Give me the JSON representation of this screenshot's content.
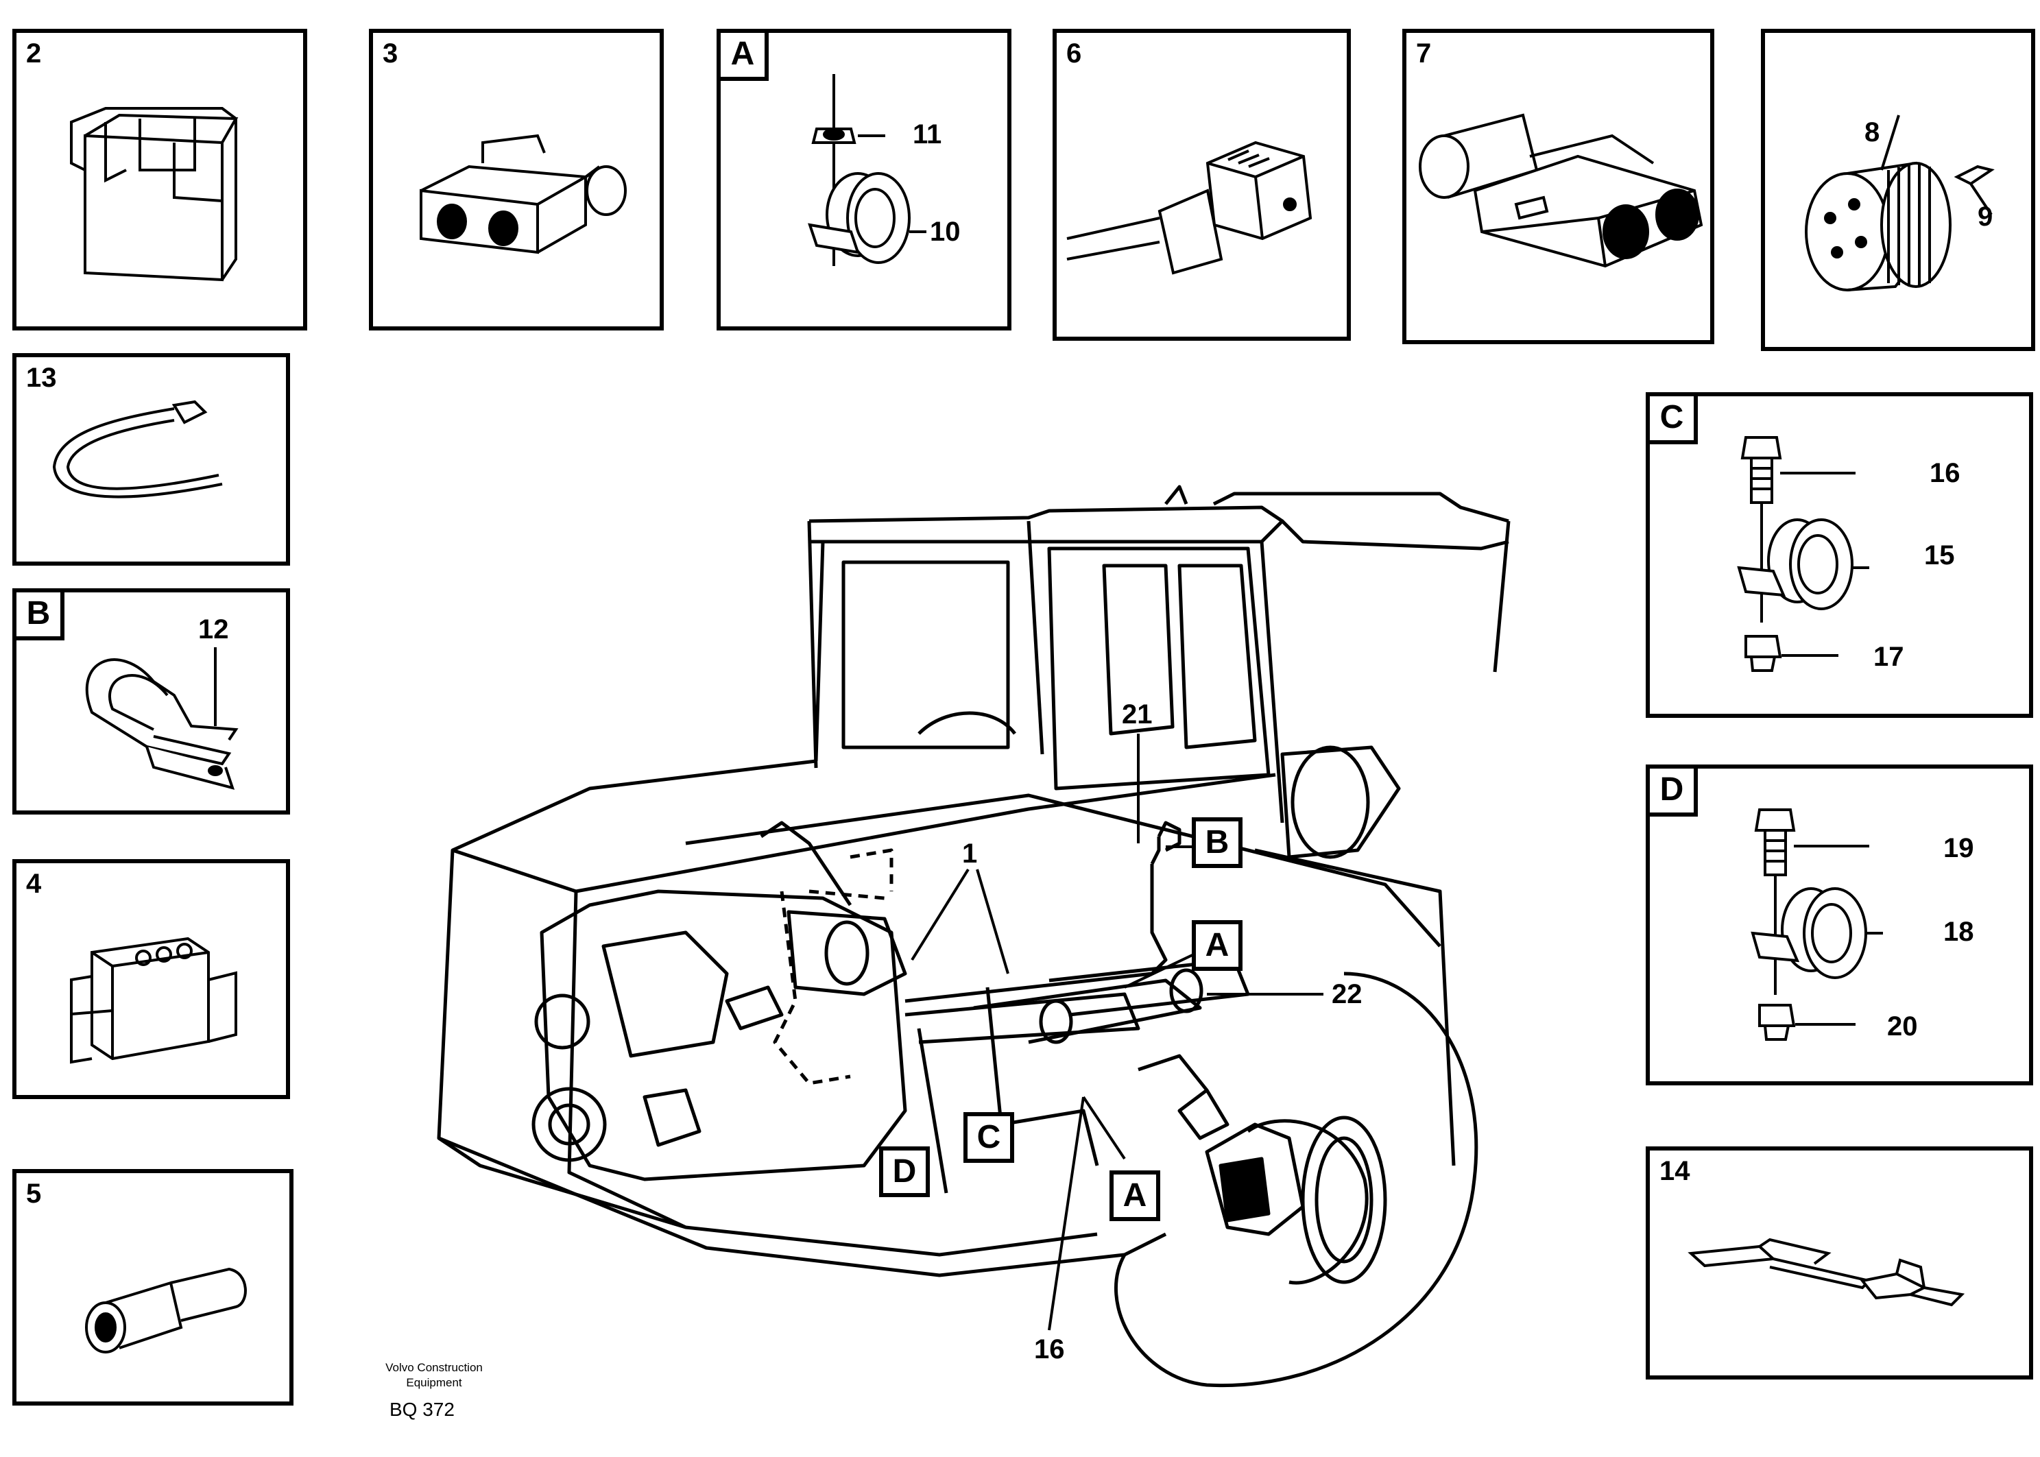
{
  "panels": {
    "p2": {
      "num": "2"
    },
    "p3": {
      "num": "3"
    },
    "pA": {
      "letter": "A",
      "c1": "11",
      "c2": "10"
    },
    "p6": {
      "num": "6"
    },
    "p7": {
      "num": "7"
    },
    "p8": {
      "c1": "8",
      "c2": "9"
    },
    "p13": {
      "num": "13"
    },
    "pB": {
      "letter": "B",
      "c1": "12"
    },
    "p4": {
      "num": "4"
    },
    "p5": {
      "num": "5"
    },
    "pC": {
      "letter": "C",
      "c1": "16",
      "c2": "15",
      "c3": "17"
    },
    "pD": {
      "letter": "D",
      "c1": "19",
      "c2": "18",
      "c3": "20"
    },
    "p14": {
      "num": "14"
    }
  },
  "main": {
    "call_1": "1",
    "call_21": "21",
    "call_22": "22",
    "call_16": "16",
    "tag_B": "B",
    "tag_A1": "A",
    "tag_A2": "A",
    "tag_C": "C",
    "tag_D": "D"
  },
  "footer": {
    "line1": "Volvo Construction",
    "line2": "Equipment",
    "code": "BQ 372"
  }
}
